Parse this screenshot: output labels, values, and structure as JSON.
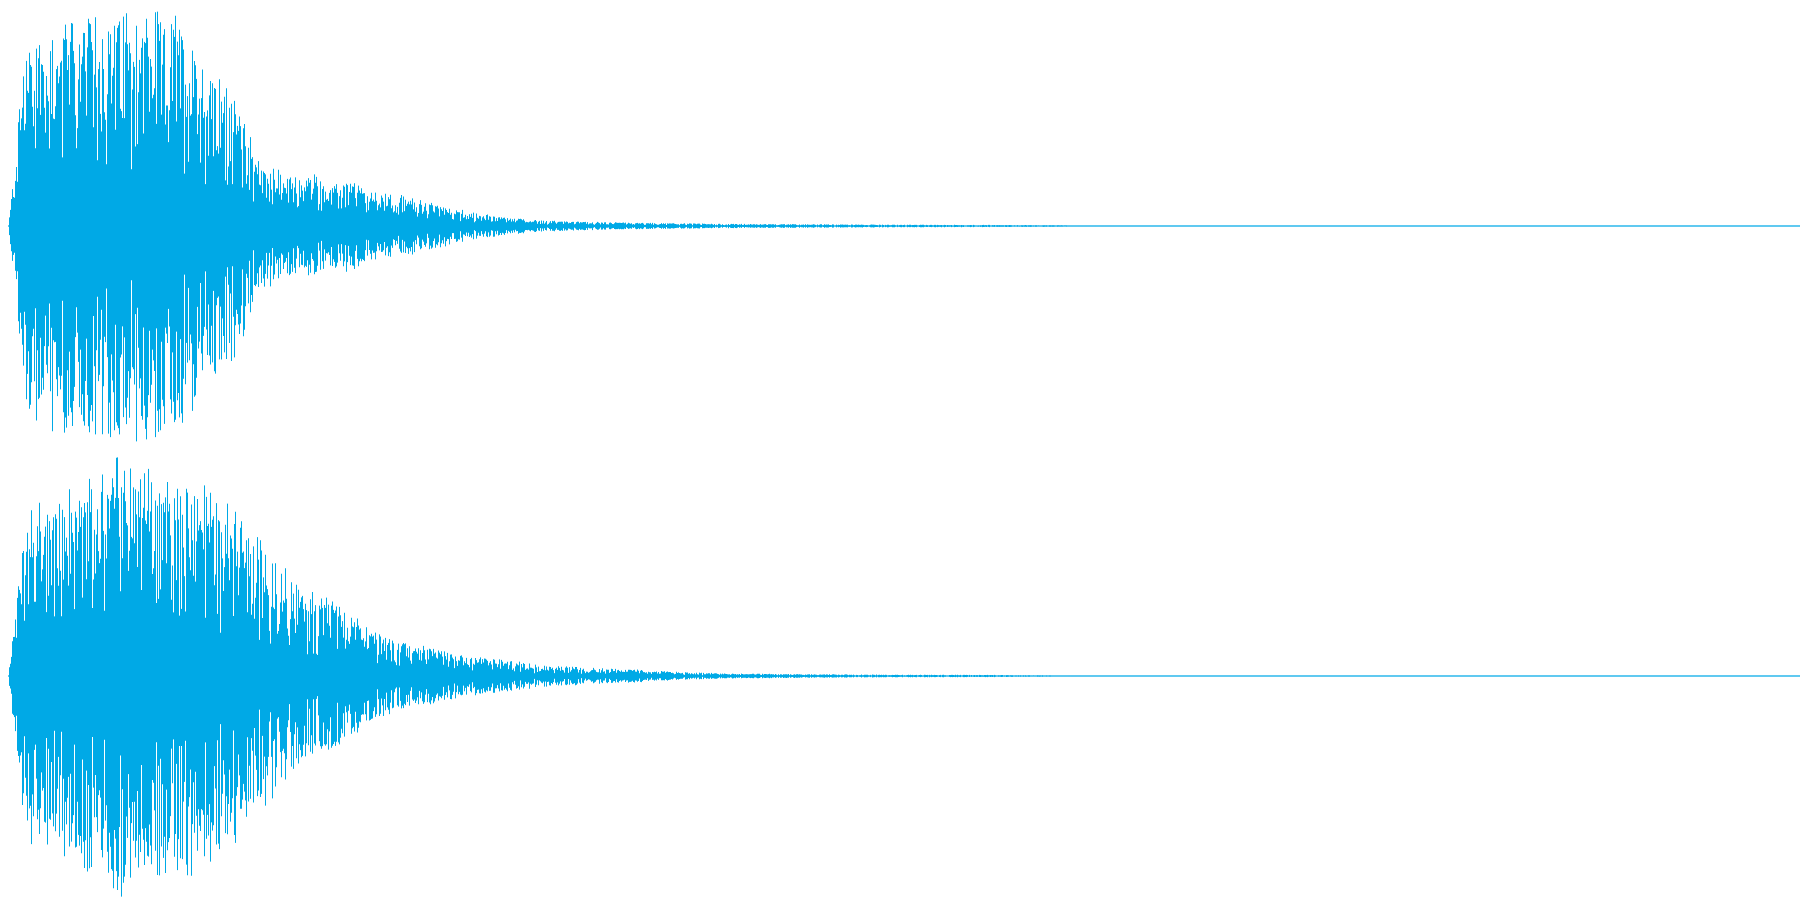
{
  "waveform": {
    "color": "#00A9E6",
    "channel_count": 2,
    "channels": [
      {
        "name": "channel-1",
        "envelope": [
          [
            0.0,
            0.0
          ],
          [
            0.01,
            0.88
          ],
          [
            0.02,
            0.92
          ],
          [
            0.04,
            0.95
          ],
          [
            0.06,
            1.0
          ],
          [
            0.08,
            0.98
          ],
          [
            0.09,
            0.97
          ],
          [
            0.1,
            0.95
          ],
          [
            0.11,
            0.72
          ],
          [
            0.12,
            0.68
          ],
          [
            0.13,
            0.55
          ],
          [
            0.14,
            0.3
          ],
          [
            0.15,
            0.26
          ],
          [
            0.16,
            0.22
          ],
          [
            0.17,
            0.25
          ],
          [
            0.18,
            0.18
          ],
          [
            0.19,
            0.22
          ],
          [
            0.2,
            0.16
          ],
          [
            0.21,
            0.15
          ],
          [
            0.22,
            0.14
          ],
          [
            0.23,
            0.12
          ],
          [
            0.24,
            0.1
          ],
          [
            0.25,
            0.08
          ],
          [
            0.26,
            0.06
          ],
          [
            0.27,
            0.05
          ],
          [
            0.28,
            0.04
          ],
          [
            0.29,
            0.03
          ],
          [
            0.3,
            0.025
          ],
          [
            0.32,
            0.02
          ],
          [
            0.35,
            0.015
          ],
          [
            0.4,
            0.01
          ],
          [
            0.45,
            0.008
          ],
          [
            0.5,
            0.006
          ],
          [
            0.55,
            0.005
          ],
          [
            0.58,
            0.004
          ],
          [
            0.6,
            0.002
          ],
          [
            0.62,
            0.0
          ],
          [
            1.0,
            0.0
          ]
        ]
      },
      {
        "name": "channel-2",
        "envelope": [
          [
            0.0,
            0.0
          ],
          [
            0.01,
            0.8
          ],
          [
            0.02,
            0.78
          ],
          [
            0.04,
            0.88
          ],
          [
            0.06,
            1.0
          ],
          [
            0.08,
            0.96
          ],
          [
            0.1,
            0.92
          ],
          [
            0.12,
            0.8
          ],
          [
            0.13,
            0.75
          ],
          [
            0.14,
            0.62
          ],
          [
            0.15,
            0.55
          ],
          [
            0.16,
            0.42
          ],
          [
            0.17,
            0.38
          ],
          [
            0.18,
            0.35
          ],
          [
            0.19,
            0.3
          ],
          [
            0.2,
            0.22
          ],
          [
            0.21,
            0.18
          ],
          [
            0.22,
            0.15
          ],
          [
            0.23,
            0.14
          ],
          [
            0.24,
            0.12
          ],
          [
            0.25,
            0.1
          ],
          [
            0.26,
            0.09
          ],
          [
            0.27,
            0.08
          ],
          [
            0.28,
            0.07
          ],
          [
            0.29,
            0.06
          ],
          [
            0.3,
            0.05
          ],
          [
            0.32,
            0.04
          ],
          [
            0.35,
            0.03
          ],
          [
            0.37,
            0.02
          ],
          [
            0.4,
            0.012
          ],
          [
            0.45,
            0.008
          ],
          [
            0.5,
            0.006
          ],
          [
            0.55,
            0.005
          ],
          [
            0.58,
            0.003
          ],
          [
            0.6,
            0.0
          ],
          [
            1.0,
            0.0
          ]
        ]
      }
    ]
  }
}
